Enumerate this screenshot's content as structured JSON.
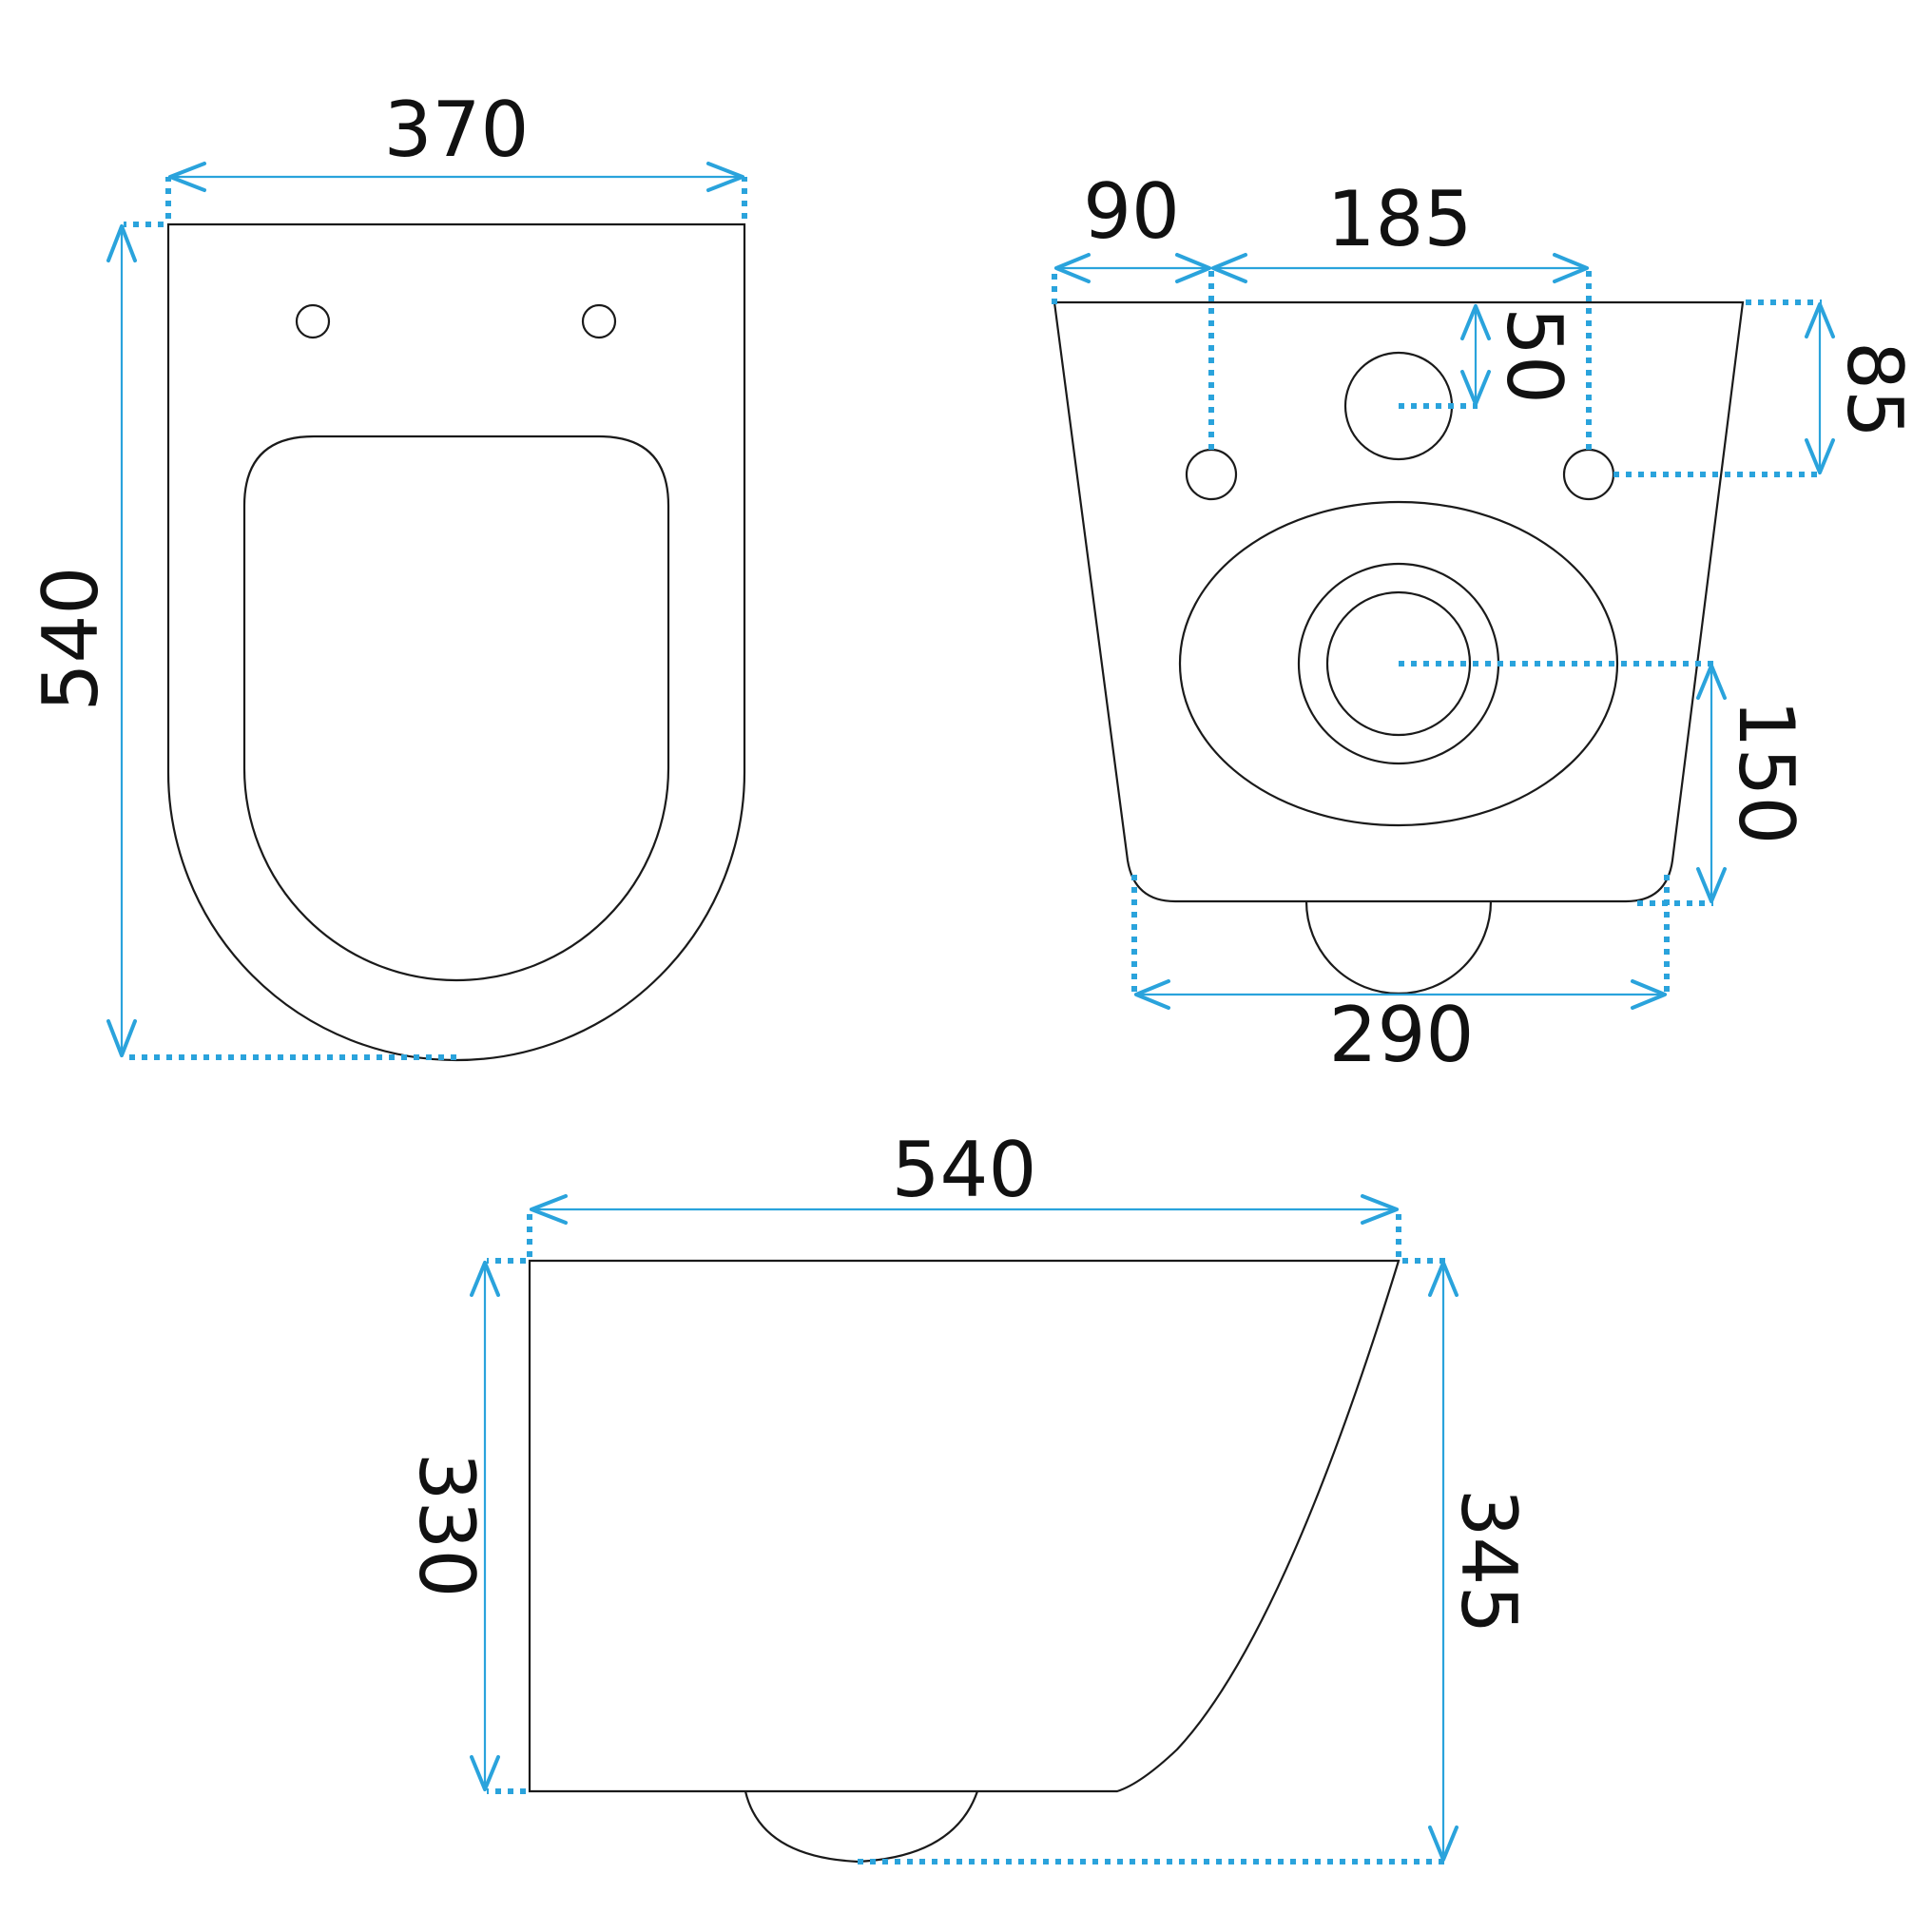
{
  "colors": {
    "outline": "#1a1a1a",
    "dimension": "#2aa3dc",
    "text": "#111111",
    "background": "#ffffff"
  },
  "top_view": {
    "width_label": "370",
    "length_label": "540"
  },
  "front_view": {
    "left_offset_label": "90",
    "hole_spacing_label": "185",
    "inlet_offset_label": "50",
    "hole_height_label": "85",
    "outlet_height_label": "150",
    "base_width_label": "290"
  },
  "side_view": {
    "length_label": "540",
    "body_height_label": "330",
    "total_height_label": "345"
  }
}
